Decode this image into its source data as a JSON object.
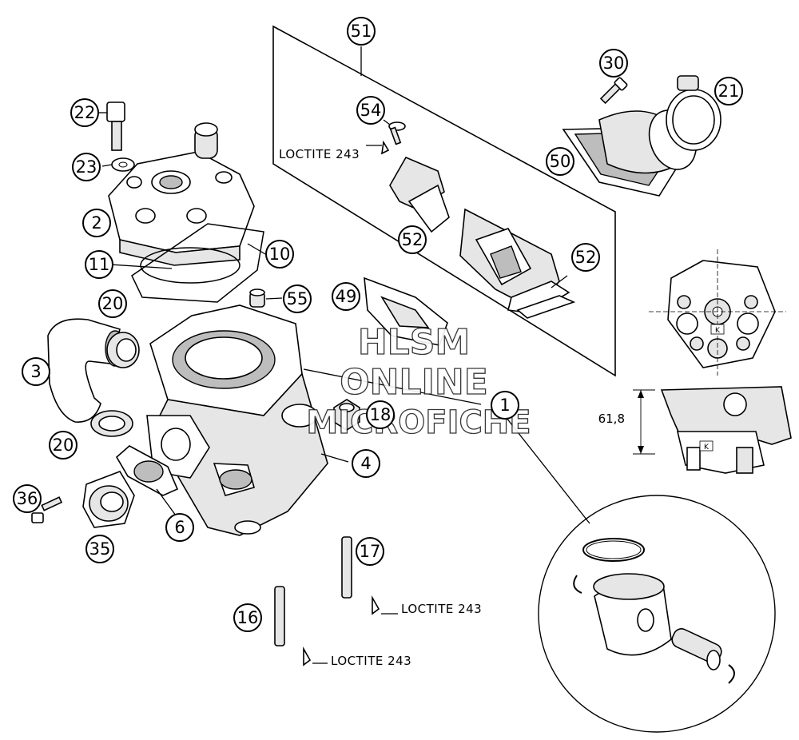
{
  "callouts": [
    "51",
    "30",
    "21",
    "22",
    "54",
    "50",
    "23",
    "2",
    "10",
    "11",
    "52",
    "52",
    "20",
    "55",
    "49",
    "3",
    "1",
    "18",
    "20",
    "4",
    "6",
    "36",
    "35",
    "17",
    "16"
  ],
  "notes": {
    "loctite_a": "LOCTITE 243",
    "loctite_b": "LOCTITE 243",
    "loctite_c": "LOCTITE 243"
  },
  "dimension": {
    "height": "61,8"
  },
  "cylinder_mark": "K",
  "watermark": {
    "line1": "HLSM",
    "line2": "ONLINE",
    "line3": "MICROFICHE"
  }
}
